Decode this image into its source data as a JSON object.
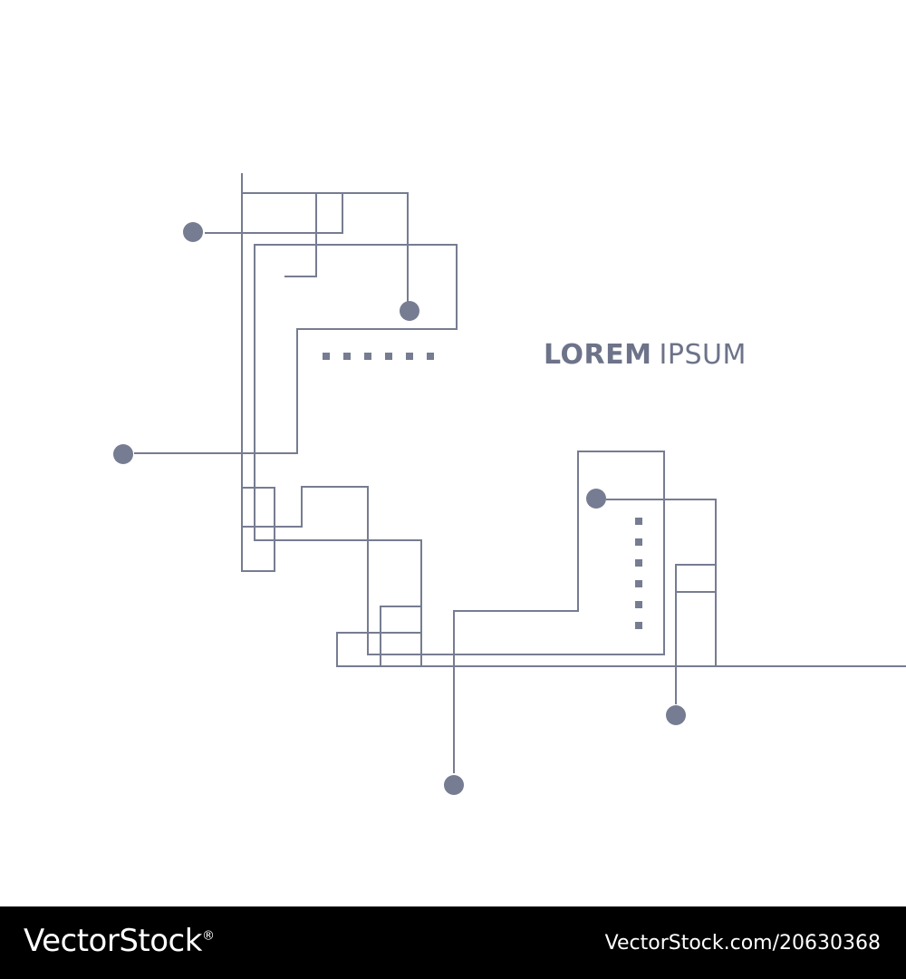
{
  "headline": {
    "bold": "LOREM",
    "light": "IPSUM"
  },
  "footer": {
    "brand": "VectorStock",
    "reg": "®",
    "url": "VectorStock.com/20630368"
  },
  "colors": {
    "line": "#767c91",
    "text": "#6d7389",
    "footer_bg": "#000000",
    "footer_text": "#ffffff"
  }
}
